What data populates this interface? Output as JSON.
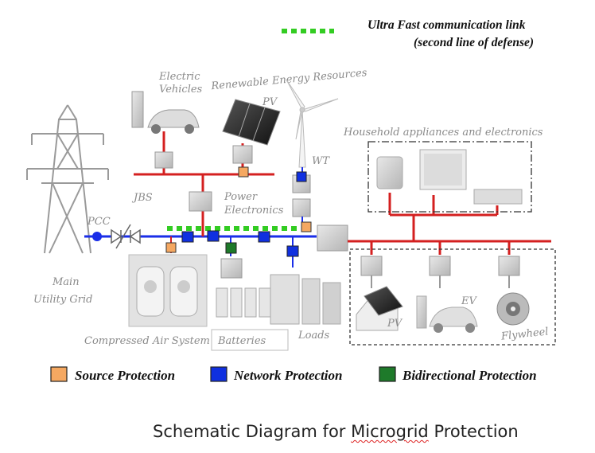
{
  "header": {
    "link_title": "Ultra Fast communication link",
    "link_subtitle": "(second line of defense)"
  },
  "labels": {
    "electric_vehicles_1": "Electric",
    "electric_vehicles_2": "Vehicles",
    "renewable": "Renewable Energy Resources",
    "pv_top": "PV",
    "wt": "WT",
    "household": "Household appliances and electronics",
    "jbs": "JBS",
    "pcc": "PCC",
    "power_electronics_1": "Power",
    "power_electronics_2": "Electronics",
    "main_grid_1": "Main",
    "main_grid_2": "Utility Grid",
    "compressed_air": "Compressed Air System",
    "batteries": "Batteries",
    "loads": "Loads",
    "pv_bottom": "PV",
    "ev_bottom": "EV",
    "flywheel": "Flywheel"
  },
  "legend": [
    {
      "label": "Source Protection",
      "color": "#f5a861"
    },
    {
      "label": "Network Protection",
      "color": "#1030e0"
    },
    {
      "label": "Bidirectional Protection",
      "color": "#1e7a2a"
    }
  ],
  "colors": {
    "ac_bus": "#d42020",
    "grid_line": "#1a2ee8",
    "comm_link": "#33cc22",
    "equipment": "#c9c9c9"
  },
  "caption": {
    "prefix": "Schematic Diagram for ",
    "underlined": "Microgrid",
    "suffix": " Protection"
  }
}
